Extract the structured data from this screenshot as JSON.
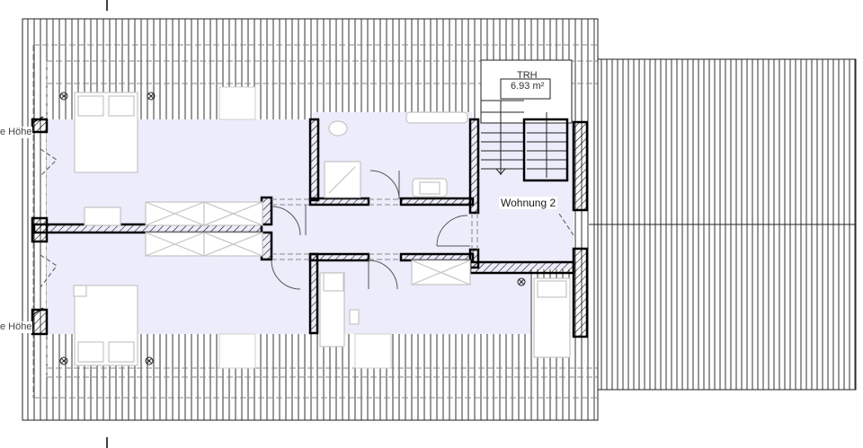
{
  "drawing": {
    "type": "floor-plan",
    "level": "attic / roof floor",
    "colors": {
      "room_fill": "#ececfb",
      "wall_stroke": "#000000",
      "roof_lines": "#2a2a2a",
      "furniture": "#c8c8c8",
      "background": "#ffffff"
    }
  },
  "labels": {
    "unit": "Wohnung 2",
    "stair_code": "TRH",
    "stair_area": "6.93 m²",
    "height_top": "e Höhe",
    "height_bottom": "e Höhe"
  },
  "rooms": [
    {
      "name": "bedroom-north-west",
      "contents": [
        "double-bed",
        "ceiling-light",
        "ceiling-light"
      ]
    },
    {
      "name": "bedroom-south-west",
      "contents": [
        "double-bed",
        "ceiling-light",
        "ceiling-light"
      ]
    },
    {
      "name": "bathroom",
      "contents": [
        "toilet",
        "shower",
        "bathtub",
        "washbasin"
      ]
    },
    {
      "name": "hallway",
      "contents": [
        "doors"
      ]
    },
    {
      "name": "study",
      "contents": [
        "desk",
        "chair"
      ]
    },
    {
      "name": "bedroom-south-east",
      "contents": [
        "single-bed",
        "ceiling-light"
      ]
    },
    {
      "name": "staircase",
      "label": "TRH",
      "area": "6.93 m²"
    },
    {
      "name": "entrance",
      "label": "Wohnung 2"
    }
  ]
}
